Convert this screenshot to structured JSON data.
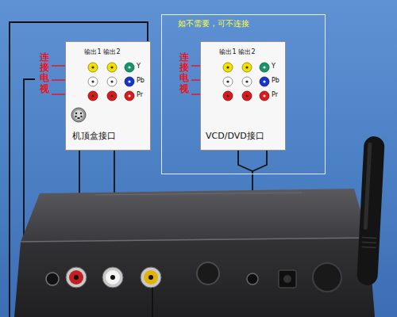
{
  "diagram": {
    "nodes": [
      {
        "text": [
          "输出1",
          "输出2",
          "Y",
          "Pb",
          "Pr",
          "机顶盒接口"
        ]
      },
      {
        "text": [
          "如不需要，可不连接"
        ]
      },
      {
        "text": [
          "输出1",
          "输出2",
          "Y",
          "Pb",
          "Pr",
          "VCD/DVD接口"
        ],
        "in": 1
      }
    ],
    "labels": [
      "连接电视",
      "连接电视"
    ]
  }
}
